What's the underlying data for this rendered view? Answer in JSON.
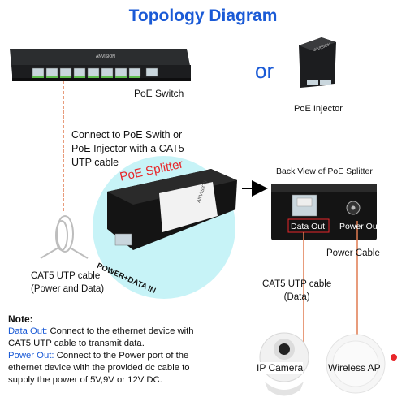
{
  "title": "Topology Diagram",
  "or_label": "or",
  "poe_switch": {
    "label": "PoE Switch",
    "brand": "ANVISION"
  },
  "poe_injector": {
    "label": "PoE Injector",
    "brand": "ANVISION"
  },
  "connect_note": [
    "Connect to PoE Swith or",
    "PoE Injector with a CAT5",
    "UTP cable"
  ],
  "splitter": {
    "label": "PoE Splitter",
    "brand": "ANVISION",
    "power_data_in": "POWER+DATA IN"
  },
  "back_view": {
    "label": "Back View of PoE Splitter",
    "data_out": "Data Out",
    "power_out": "Power Out"
  },
  "power_cable": "Power Cable",
  "cat5_left": [
    "CAT5 UTP cable",
    "(Power and Data)"
  ],
  "cat5_right": [
    "CAT5 UTP cable",
    "(Data)"
  ],
  "ip_camera": "IP Camera",
  "wireless_ap": "Wireless AP",
  "notes": {
    "header": "Note:",
    "data_out_key": "Data Out:",
    "data_out_text_1": " Connect to the ethernet device with",
    "data_out_text_2": "CAT5 UTP cable to transmit data.",
    "power_out_key": "Power Out:",
    "power_out_text_1": " Connect to the Power port of the",
    "power_out_text_2": "ethernet device with the provided dc cable to",
    "power_out_text_3": "supply the power of 5V,9V or 12V DC."
  },
  "colors": {
    "title": "#1a5ad6",
    "red": "#e8262a",
    "cable": "#e07b50",
    "circle": "#c7f3f7"
  }
}
